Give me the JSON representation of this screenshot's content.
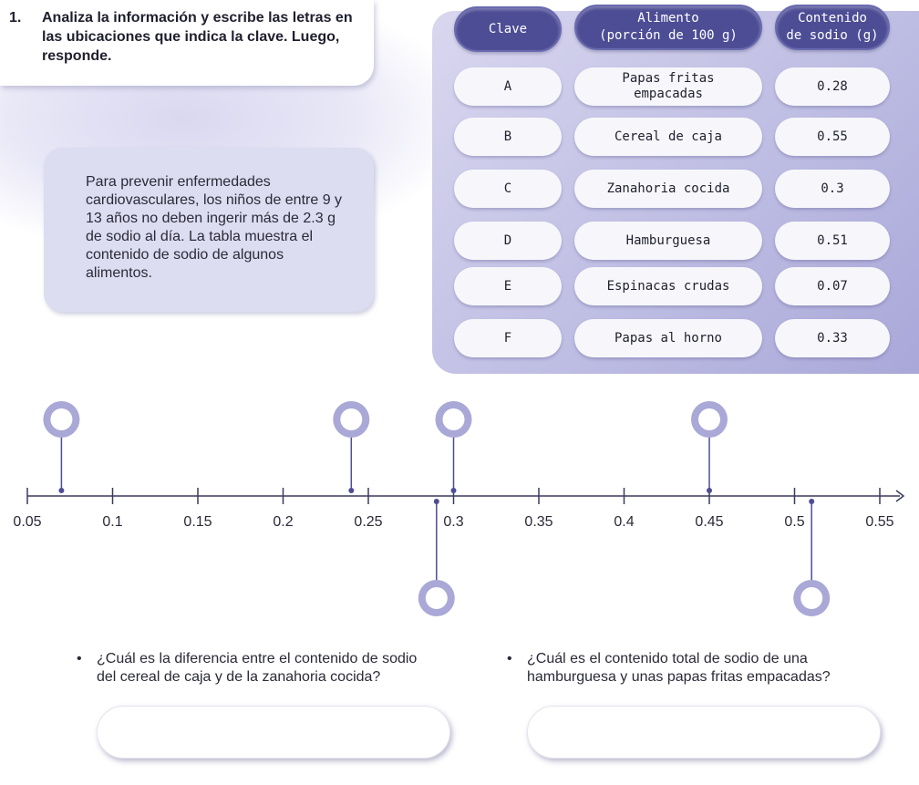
{
  "exercise": {
    "number": "1.",
    "instruction": "Analiza la información y escribe las letras en las ubicaciones que indica la clave. Luego, responde."
  },
  "info_box": {
    "text": "Para prevenir enfermedades cardiovasculares, los niños de entre 9 y 13 años no deben ingerir más de 2.3 g de sodio al día. La tabla muestra el contenido de sodio de algunos alimentos."
  },
  "table": {
    "headers": {
      "key": "Clave",
      "food_line1": "Alimento",
      "food_line2": "(porción de 100 g)",
      "sodium_line1": "Contenido",
      "sodium_line2": "de sodio (g)"
    },
    "rows": [
      {
        "key": "A",
        "food_line1": "Papas fritas",
        "food_line2": "empacadas",
        "sodium": "0.28"
      },
      {
        "key": "B",
        "food_line1": "Cereal de caja",
        "food_line2": "",
        "sodium": "0.55"
      },
      {
        "key": "C",
        "food_line1": "Zanahoria cocida",
        "food_line2": "",
        "sodium": "0.3"
      },
      {
        "key": "D",
        "food_line1": "Hamburguesa",
        "food_line2": "",
        "sodium": "0.51"
      },
      {
        "key": "E",
        "food_line1": "Espinacas crudas",
        "food_line2": "",
        "sodium": "0.07"
      },
      {
        "key": "F",
        "food_line1": "Papas al horno",
        "food_line2": "",
        "sodium": "0.33"
      }
    ]
  },
  "number_line": {
    "min": 0.05,
    "max": 0.55,
    "ticks": [
      "0.05",
      "0.1",
      "0.15",
      "0.2",
      "0.25",
      "0.3",
      "0.35",
      "0.4",
      "0.45",
      "0.5",
      "0.55"
    ],
    "markers": [
      {
        "value": 0.07,
        "side": "above"
      },
      {
        "value": 0.24,
        "side": "above"
      },
      {
        "value": 0.3,
        "side": "above"
      },
      {
        "value": 0.45,
        "side": "above"
      },
      {
        "value": 0.29,
        "side": "below"
      },
      {
        "value": 0.51,
        "side": "below"
      }
    ]
  },
  "questions": [
    {
      "line1": "¿Cuál es la diferencia entre el contenido de sodio",
      "line2": "del cereal de caja y de la zanahoria cocida?"
    },
    {
      "line1": "¿Cuál es el contenido total de sodio de una",
      "line2": "hamburguesa y unas papas fritas empacadas?"
    }
  ],
  "colors": {
    "accent": "#4d4d95",
    "line": "#3a3a5c",
    "marker_ring": "#a9a8d6",
    "marker_dot": "#4d4d95"
  }
}
